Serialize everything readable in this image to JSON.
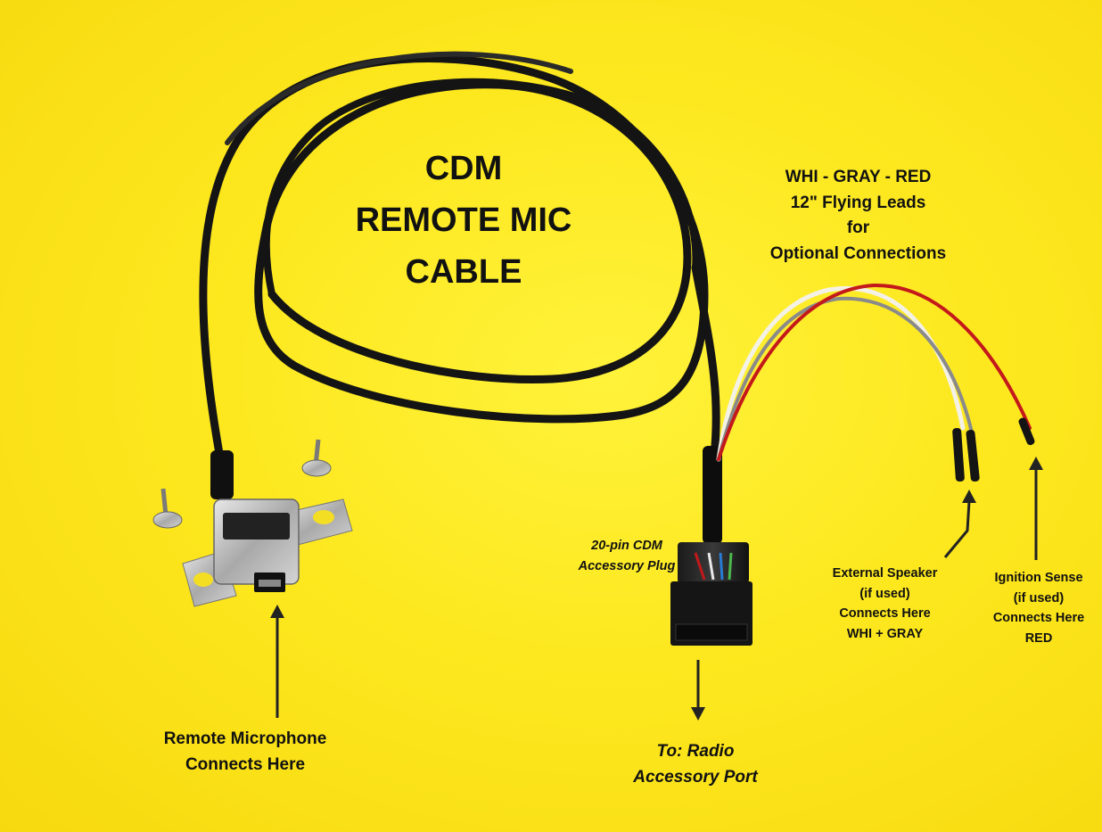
{
  "title": {
    "line1": "CDM",
    "line2": "REMOTE MIC",
    "line3": "CABLE"
  },
  "leads": {
    "line1": "WHI - GRAY - RED",
    "line2": "12\" Flying Leads",
    "line3": "for",
    "line4": "Optional Connections"
  },
  "plug": {
    "line1": "20-pin  CDM",
    "line2": "Accessory Plug"
  },
  "speaker": {
    "line1": "External Speaker",
    "line2": "(if used)",
    "line3": "Connects Here",
    "line4": "WHI + GRAY"
  },
  "ignition": {
    "line1": "Ignition Sense",
    "line2": "(if  used)",
    "line3": "Connects Here",
    "line4": "RED"
  },
  "mic": {
    "line1": "Remote Microphone",
    "line2": "Connects Here"
  },
  "radio": {
    "line1": "To: Radio",
    "line2": "Accessory Port"
  },
  "colors": {
    "background": "#fde81f",
    "cable": "#141414",
    "wire_white": "#f4f1e6",
    "wire_gray": "#8a8a8a",
    "wire_red": "#c4191b",
    "metal": "#b9b9b9"
  }
}
